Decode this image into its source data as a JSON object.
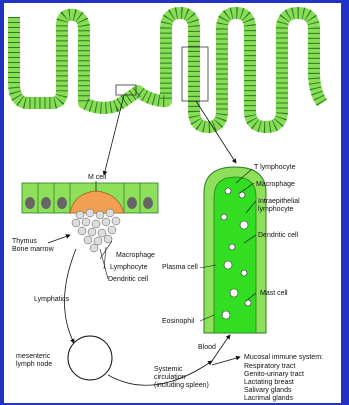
{
  "labels": {
    "m_cell": "M cell",
    "t_lymphocyte": "T lymphocyte",
    "macrophage_right": "Macrophage",
    "intraepithelial_1": "Intraepithelial",
    "intraepithelial_2": "lymphocyte",
    "macrophage_left": "Macrophage",
    "lymphocyte": "Lymphocyte",
    "dendritic_left": "Dendritic cell",
    "dendritic_right": "Dendritic cell",
    "plasma_cell": "Plasma cell",
    "mast_cell": "Mast cell",
    "eosinophil": "Eosinophil",
    "thymus": "Thymus",
    "bone_marrow": "Bone marrow",
    "lymphatics": "Lymphatics",
    "blood": "Blood",
    "mesenteric_1": "mesenteric",
    "mesenteric_2": "lymph node",
    "systemic_1": "Systemic",
    "systemic_2": "circulation",
    "systemic_3": "(including spleen)"
  },
  "mucosal_system": {
    "title": "Mucosal immune system:",
    "items": [
      "Respiratory tract",
      "Genito-urinary tract",
      "Lactating breast",
      "Salivary glands",
      "Lacrimal glands"
    ]
  },
  "colors": {
    "frame": "#2233c4",
    "epithelium": "#8ee05a",
    "villus_core": "#33dd22",
    "m_cell_dome": "#f0a050",
    "patch_cells": "#bbbbbb"
  }
}
